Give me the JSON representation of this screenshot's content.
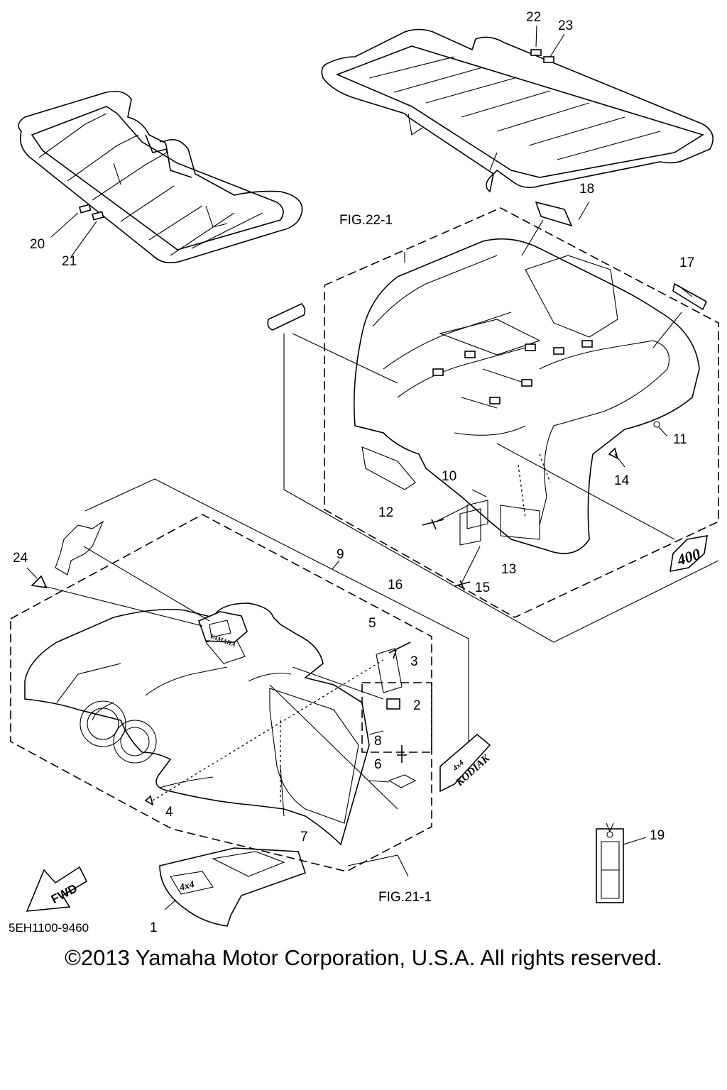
{
  "diagram": {
    "figure_refs": [
      "FIG.22-1",
      "FIG.21-1"
    ],
    "drawing_number": "5EH1100-9460",
    "callouts": [
      "1",
      "2",
      "3",
      "4",
      "5",
      "6",
      "7",
      "8",
      "9",
      "10",
      "11",
      "12",
      "13",
      "14",
      "15",
      "16",
      "17",
      "18",
      "19",
      "20",
      "21",
      "22",
      "23",
      "24"
    ],
    "emblems": {
      "rear_fender": "400",
      "front_fender": "KODIAK",
      "front_fender_small": "4x4",
      "guard": "4x4",
      "tank_cover": "YAMAHA"
    },
    "direction_arrow": "FWD",
    "copyright": "©2013 Yamaha Motor Corporation, U.S.A. All rights reserved."
  }
}
